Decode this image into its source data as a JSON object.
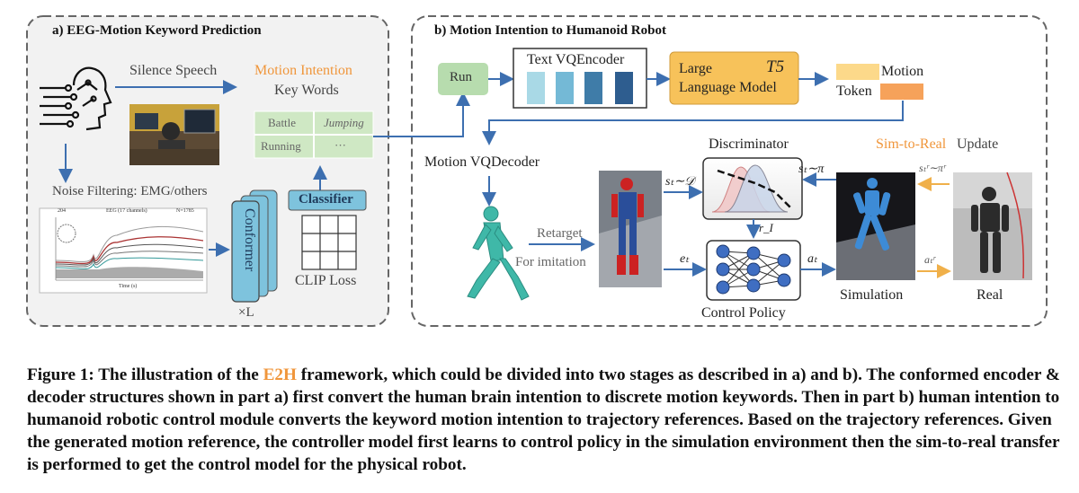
{
  "panel_a": {
    "title": "a) EEG-Motion Keyword Prediction",
    "silence_speech": "Silence Speech",
    "motion_intention": "Motion Intention",
    "key_words": "Key Words",
    "keywords": [
      "Battle",
      "Jumping",
      "Running",
      "···"
    ],
    "noise_filtering": "Noise Filtering: EMG/others",
    "conformer": "Conformer",
    "times_l": "×L",
    "classifier": "Classifier",
    "clip_loss": "CLIP Loss",
    "eeg_title": "EEG (17 channels)",
    "eeg_left": "204",
    "eeg_right": "N=1785",
    "eeg_xaxis": "Time (s)"
  },
  "panel_b": {
    "title": "b) Motion Intention to Humanoid Robot",
    "run": "Run",
    "text_vq_encoder": "Text VQEncoder",
    "llm_line1": "Large",
    "llm_line2": "Language Model",
    "t5": "T5",
    "motion": "Motion",
    "token": "Token",
    "motion_vq_decoder": "Motion VQDecoder",
    "discriminator": "Discriminator",
    "sim_to_real": "Sim-to-Real",
    "update": "Update",
    "retarget": "Retarget",
    "for_imitation": "For imitation",
    "control_policy": "Control Policy",
    "simulation": "Simulation",
    "real": "Real",
    "sym_st_D": "sₜ∼𝒟",
    "sym_st_pi": "sₜ∼π",
    "sym_rI": "r_I",
    "sym_et": "eₜ",
    "sym_at": "aₜ",
    "sym_str": "sₜʳ∼πʳ",
    "sym_atr": "aₜʳ"
  },
  "caption": {
    "prefix": "Figure 1: The illustration of the ",
    "highlight": "E2H",
    "rest": " framework, which could be divided into two stages as described in a) and b). The conformed encoder & decoder structures shown in part a) first convert the human brain intention to discrete motion keywords. Then in part b) human intention to humanoid robotic control module converts the keyword motion intention to trajectory references. Based on the trajectory references. Given the generated motion reference, the controller model first learns to control policy in the simulation environment then the sim-to-real transfer is performed to get the control model for the physical robot."
  },
  "colors": {
    "accent_orange": "#f0963b",
    "arrow_blue": "#3d6fb0",
    "conformer_blue": "#7ec3dd",
    "run_green": "#b7dcae",
    "keyword_green": "#cfe8c4",
    "llm_orange": "#f7c25a",
    "node_blue": "#3f6ec2"
  }
}
